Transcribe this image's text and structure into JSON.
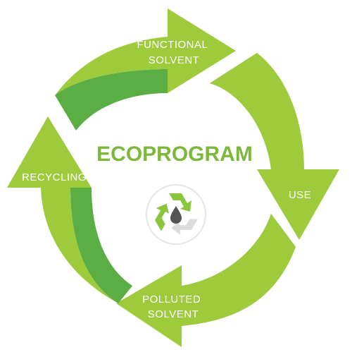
{
  "diagram": {
    "title": "ECOPROGRAM",
    "steps": [
      {
        "id": "functional-solvent",
        "lines": [
          "FUNCTIONAL",
          "SOLVENT"
        ]
      },
      {
        "id": "use",
        "lines": [
          "USE"
        ]
      },
      {
        "id": "polluted-solvent",
        "lines": [
          "POLLUTED",
          "SOLVENT"
        ]
      },
      {
        "id": "recycling",
        "lines": [
          "RECYCLING"
        ]
      }
    ],
    "center_icon": "recycle-icon-with-oil-drop"
  },
  "colors": {
    "arrow_light": "#9dcb3c",
    "arrow_dark": "#5aae43",
    "title": "#7cb83a",
    "label": "#ffffff",
    "icon_green": "#8cc63f",
    "icon_gray": "#dcdcdc",
    "drop": "#555555"
  }
}
